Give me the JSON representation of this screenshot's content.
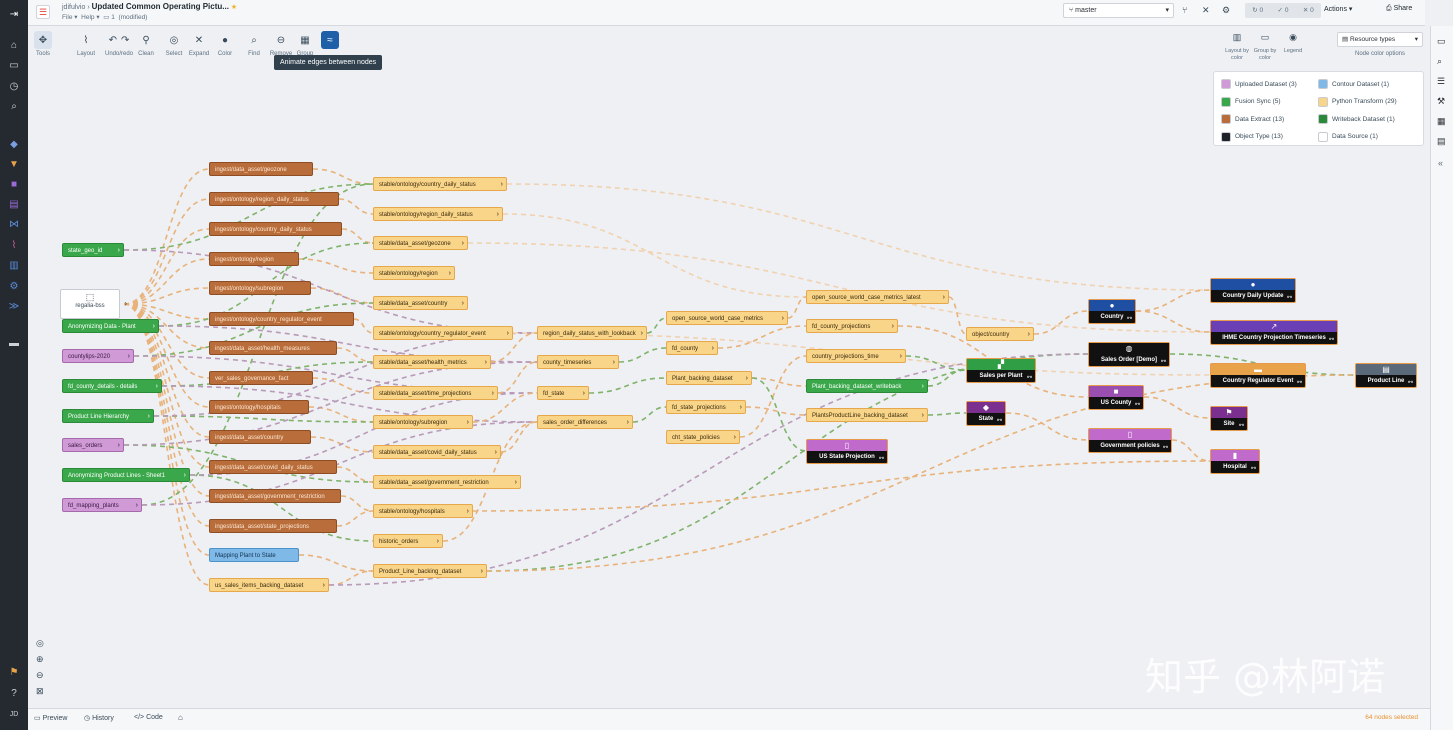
{
  "header": {
    "breadcrumb_user": "jdifulvio",
    "separator": "›",
    "title": "Updated Common Operating Pictu...",
    "menus": [
      "File ▾",
      "Help ▾"
    ],
    "page_count": "1",
    "status": "(modified)",
    "branch": "master",
    "actions": "Actions",
    "share": "Share",
    "counters": [
      "0",
      "0",
      "0"
    ]
  },
  "toolbar": {
    "tools": [
      {
        "icon": "move-icon",
        "glyph": "✥",
        "label": "Tools"
      },
      {
        "icon": "layout-icon",
        "glyph": "⌇",
        "label": "Layout"
      },
      {
        "icon": "undo-icon",
        "glyph": "↶",
        "label": "Undo/redo"
      },
      {
        "icon": "clean-icon",
        "glyph": "⚲",
        "label": "Clean"
      },
      {
        "icon": "select-icon",
        "glyph": "◎",
        "label": "Select"
      },
      {
        "icon": "expand-icon",
        "glyph": "✕",
        "label": "Expand"
      },
      {
        "icon": "color-icon",
        "glyph": "●",
        "label": "Color"
      },
      {
        "icon": "find-icon",
        "glyph": "⌕",
        "label": "Find"
      },
      {
        "icon": "remove-icon",
        "glyph": "⊖",
        "label": "Remove"
      },
      {
        "icon": "grid-icon",
        "glyph": "▦",
        "label": "Group"
      },
      {
        "icon": "animate-icon",
        "glyph": "≈",
        "label": ""
      }
    ],
    "tooltip": "Animate edges between nodes",
    "right_tools": [
      {
        "icon": "layout-by-color-icon",
        "label": "Layout by color"
      },
      {
        "icon": "group-by-color-icon",
        "label": "Group by color"
      },
      {
        "icon": "legend-icon",
        "label": "Legend"
      }
    ],
    "node_color": {
      "value": "Resource types",
      "label": "Node color options"
    }
  },
  "legend": [
    {
      "label": "Uploaded Dataset (3)",
      "color": "#cf9ad6"
    },
    {
      "label": "Contour Dataset (1)",
      "color": "#7fb9e8"
    },
    {
      "label": "Fusion Sync (5)",
      "color": "#3aa84a"
    },
    {
      "label": "Python Transform (29)",
      "color": "#f9d58a"
    },
    {
      "label": "Data Extract (13)",
      "color": "#b86d3a"
    },
    {
      "label": "Writeback Dataset (1)",
      "color": "#2a8a37"
    },
    {
      "label": "Object Type (13)",
      "color": "#1f2329"
    },
    {
      "label": "Data Source (1)",
      "color": "#ffffff"
    }
  ],
  "source_node": {
    "label": "regalia-bss",
    "icon": "source-icon"
  },
  "nodes": {
    "col0": [
      {
        "label": "state_geo_id",
        "type": "fs"
      },
      {
        "label": "Anonymizing Data - Plant",
        "type": "fs"
      },
      {
        "label": "countylips-2020",
        "type": "up"
      },
      {
        "label": "fd_county_details - details",
        "type": "fs"
      },
      {
        "label": "Product Line Hierarchy",
        "type": "fs"
      },
      {
        "label": "sales_orders",
        "type": "up"
      },
      {
        "label": "Anonymizing Product Lines - Sheet1",
        "type": "fs"
      },
      {
        "label": "fd_mapping_plants",
        "type": "up"
      }
    ],
    "col1": [
      "ingest/data_asset/geozone",
      "ingest/ontology/region_daily_status",
      "ingest/ontology/country_daily_status",
      "ingest/ontology/region",
      "ingest/ontology/subregion",
      "ingest/ontology/country_regulator_event",
      "ingest/data_asset/health_measures",
      "ver_sales_governance_fact",
      "ingest/ontology/hospitals",
      "ingest/data_asset/country",
      "ingest/data_asset/covid_daily_status",
      "ingest/data_asset/government_restriction",
      "ingest/data_asset/state_projections"
    ],
    "mapping": "Mapping Plant to State",
    "us_sales": "us_sales_items_backing_dataset",
    "col2": [
      "stable/ontology/country_daily_status",
      "stable/ontology/region_daily_status",
      "stable/data_asset/geozone",
      "stable/ontology/region",
      "stable/data_asset/country",
      "stable/ontology/country_regulator_event",
      "stable/data_asset/health_metrics",
      "stable/data_asset/time_projections",
      "stable/ontology/subregion",
      "stable/data_asset/covid_daily_status",
      "stable/data_asset/government_restriction",
      "stable/ontology/hospitals",
      "historic_orders",
      "Product_Line_backing_dataset"
    ],
    "col3": [
      "region_daily_status_with_lookback",
      "county_timeseries",
      "fd_state",
      "sales_order_differences"
    ],
    "col4": [
      "open_source_world_case_metrics",
      "fd_county",
      "Plant_backing_dataset",
      "fd_state_projections",
      "cht_state_policies"
    ],
    "col5": [
      "open_source_world_case_metrics_latest",
      "fd_county_projections",
      "country_projections_time",
      "Plant_backing_dataset_writeback",
      "PlantsProductLine_backing_dataset"
    ],
    "col6": [
      "object/country"
    ],
    "objects": [
      {
        "label": "Sales per Plant",
        "color": "#2f9e44",
        "icon": "plant-icon",
        "glyph": "▞"
      },
      {
        "label": "State",
        "color": "#7b2f8f",
        "icon": "state-icon",
        "glyph": "◆"
      },
      {
        "label": "US State Projection",
        "color": "#c06acb",
        "icon": "document-icon",
        "glyph": "▯"
      },
      {
        "label": "Country",
        "color": "#1e4fa3",
        "icon": "country-icon",
        "glyph": "●"
      },
      {
        "label": "Sales Order [Demo]",
        "color": "#111111",
        "icon": "order-icon",
        "glyph": "◍"
      },
      {
        "label": "US County",
        "color": "#9a4fb0",
        "icon": "county-icon",
        "glyph": "■"
      },
      {
        "label": "Government policies",
        "color": "#c06acb",
        "icon": "policy-icon",
        "glyph": "▯"
      },
      {
        "label": "Country Daily Update",
        "color": "#1e4fa3",
        "icon": "update-icon",
        "glyph": "●"
      },
      {
        "label": "IHME Country Projection Timeseries",
        "color": "#6a3fb5",
        "icon": "timeseries-icon",
        "glyph": "↗"
      },
      {
        "label": "Country Regulator Event",
        "color": "#e8a24a",
        "icon": "event-icon",
        "glyph": "▬"
      },
      {
        "label": "Site",
        "color": "#7b2f8f",
        "icon": "site-icon",
        "glyph": "⚑"
      },
      {
        "label": "Hospital",
        "color": "#c06acb",
        "icon": "hospital-icon",
        "glyph": "▮"
      },
      {
        "label": "Product Line",
        "color": "#5a6a7a",
        "icon": "product-line-icon",
        "glyph": "▤"
      }
    ]
  },
  "bottom": {
    "tabs": [
      "Preview",
      "History",
      "Code"
    ],
    "selection": "64 nodes selected"
  },
  "watermark": "知乎 @林阿诺"
}
